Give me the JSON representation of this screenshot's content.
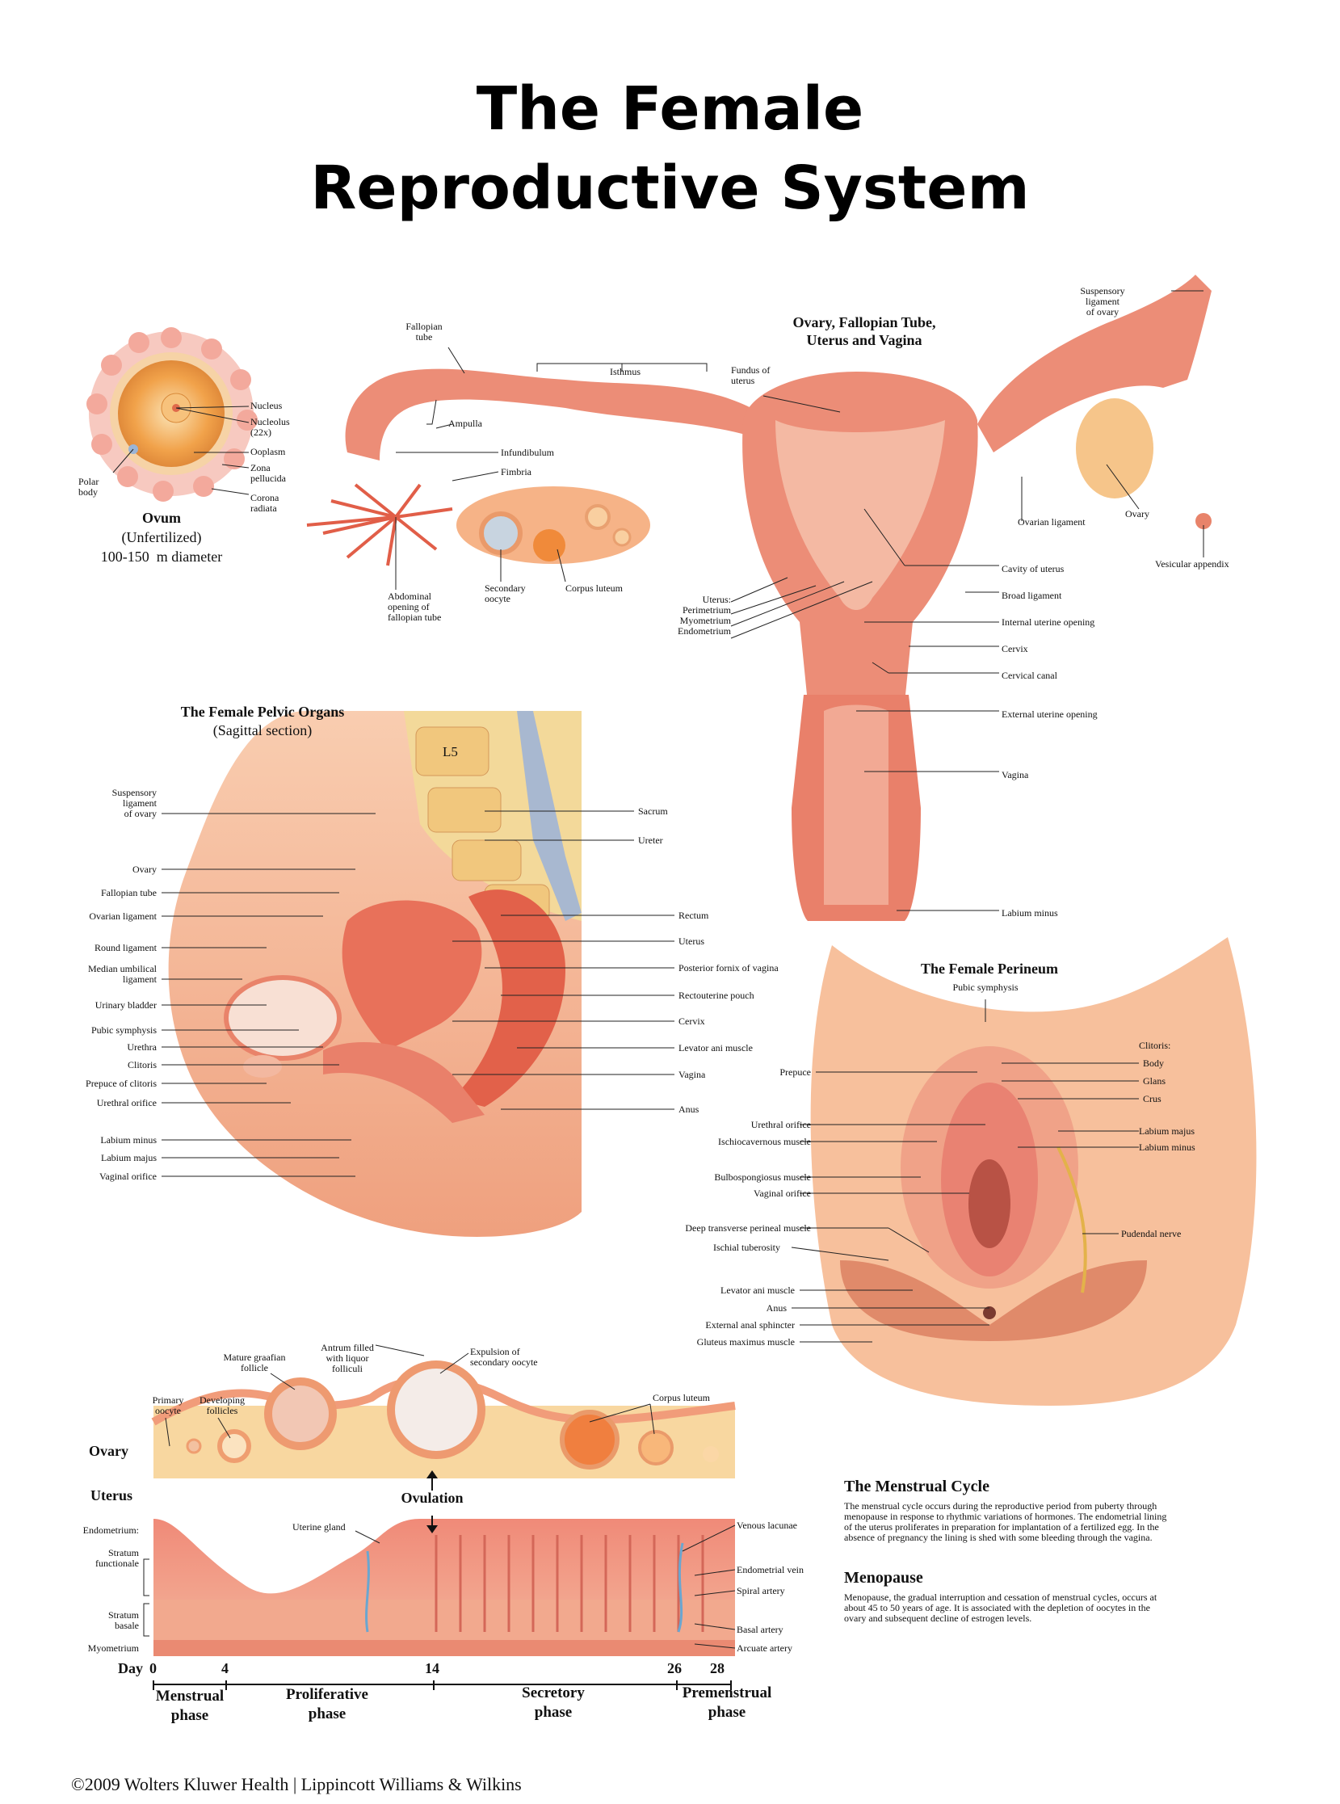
{
  "title": {
    "line1": "The Female",
    "line2": "Reproductive System"
  },
  "ovum": {
    "heading": "Ovum",
    "sub1": "(Unfertilized)",
    "sub2": "100-150  m diameter",
    "labels": {
      "nucleus": "Nucleus",
      "nucleolus": "Nucleolus\n(22x)",
      "ooplasm": "Ooplasm",
      "zona": "Zona\npellucida",
      "corona": "Corona\nradiata",
      "polar": "Polar\nbody"
    }
  },
  "uterus_view": {
    "heading": "Ovary, Fallopian Tube,\nUterus and Vagina",
    "labels": {
      "fallopian_tube": "Fallopian\ntube",
      "isthmus": "Isthmus",
      "fundus": "Fundus of\nuterus",
      "ampulla": "Ampulla",
      "infundibulum": "Infundibulum",
      "fimbria": "Fimbria",
      "abdominal_opening": "Abdominal\nopening of\nfallopian tube",
      "secondary_oocyte": "Secondary\noocyte",
      "corpus_luteum": "Corpus luteum",
      "uterus_layers": "Uterus:\nPerimetrium\nMyometrium\nEndometrium",
      "suspensory": "Suspensory\nligament\nof ovary",
      "ovarian_ligament": "Ovarian ligament",
      "ovary": "Ovary",
      "vesicular": "Vesicular appendix",
      "cavity": "Cavity of uterus",
      "broad": "Broad ligament",
      "internal_opening": "Internal uterine opening",
      "cervix": "Cervix",
      "cervical_canal": "Cervical canal",
      "external_opening": "External uterine opening",
      "vagina": "Vagina",
      "labium_minus": "Labium minus"
    }
  },
  "pelvic": {
    "heading": "The Female Pelvic Organs",
    "sub": "(Sagittal section)",
    "l5": "L5",
    "left_labels": [
      "Suspensory\nligament\nof ovary",
      "Ovary",
      "Fallopian tube",
      "Ovarian ligament",
      "Round ligament",
      "Median umbilical\nligament",
      "Urinary bladder",
      "Pubic symphysis",
      "Urethra",
      "Clitoris",
      "Prepuce of clitoris",
      "Urethral orifice",
      "Labium minus",
      "Labium majus",
      "Vaginal orifice"
    ],
    "right_labels": [
      "Sacrum",
      "Ureter",
      "Rectum",
      "Uterus",
      "Posterior fornix of vagina",
      "Rectouterine pouch",
      "Cervix",
      "Levator ani muscle",
      "Vagina",
      "Anus"
    ]
  },
  "perineum": {
    "heading": "The Female Perineum",
    "pubic": "Pubic symphysis",
    "left_labels": [
      "Prepuce",
      "Urethral orifice",
      "Ischiocavernous muscle",
      "Bulbospongiosus muscle",
      "Vaginal orifice",
      "Deep transverse perineal muscle",
      "Ischial tuberosity",
      "Levator ani muscle",
      "Anus",
      "External anal sphincter",
      "Gluteus maximus muscle"
    ],
    "right_labels": [
      "Clitoris:",
      "Body",
      "Glans",
      "Crus",
      "Labium majus",
      "Labium minus",
      "Pudendal nerve"
    ]
  },
  "cycle": {
    "ovary_label": "Ovary",
    "uterus_label": "Uterus",
    "ovulation": "Ovulation",
    "top_labels": {
      "primary": "Primary\noocyte",
      "developing": "Developing\nfollicles",
      "mature": "Mature graafian\nfollicle",
      "antrum": "Antrum filled\nwith liquor\nfolliculi",
      "expulsion": "Expulsion of\nsecondary oocyte",
      "corpus": "Corpus luteum"
    },
    "left_labels": {
      "endometrium": "Endometrium:",
      "functionale": "Stratum\nfunctionale",
      "basale": "Stratum\nbasale",
      "myometrium": "Myometrium"
    },
    "uterine_gland": "Uterine gland",
    "right_labels": [
      "Venous lacunae",
      "Endometrial vein",
      "Spiral artery",
      "Basal artery",
      "Arcuate artery"
    ],
    "day_label": "Day",
    "days": [
      "0",
      "4",
      "14",
      "26",
      "28"
    ],
    "phases": [
      "Menstrual\nphase",
      "Proliferative\nphase",
      "Secretory\nphase",
      "Premenstrual\nphase"
    ]
  },
  "text": {
    "menstrual_heading": "The Menstrual Cycle",
    "menstrual_body": "The menstrual cycle occurs during the reproductive period from puberty through menopause in response to rhythmic variations of hormones. The endometrial lining of the uterus proliferates in preparation for implantation of a fertilized egg. In the absence of pregnancy the lining is shed with some bleeding through the vagina.",
    "menopause_heading": "Menopause",
    "menopause_body": "Menopause, the gradual interruption and cessation of menstrual cycles, occurs at about 45 to 50 years of age. It is associated with the depletion of oocytes in the ovary and subsequent decline of estrogen levels."
  },
  "footer": "©2009 Wolters Kluwer Health  |  Lippincott Williams & Wilkins",
  "colors": {
    "tissue": "#e8836a",
    "tissue_light": "#f6c3a8",
    "skin": "#f4b08a",
    "bone": "#f2c77a",
    "deep": "#c9503f"
  }
}
